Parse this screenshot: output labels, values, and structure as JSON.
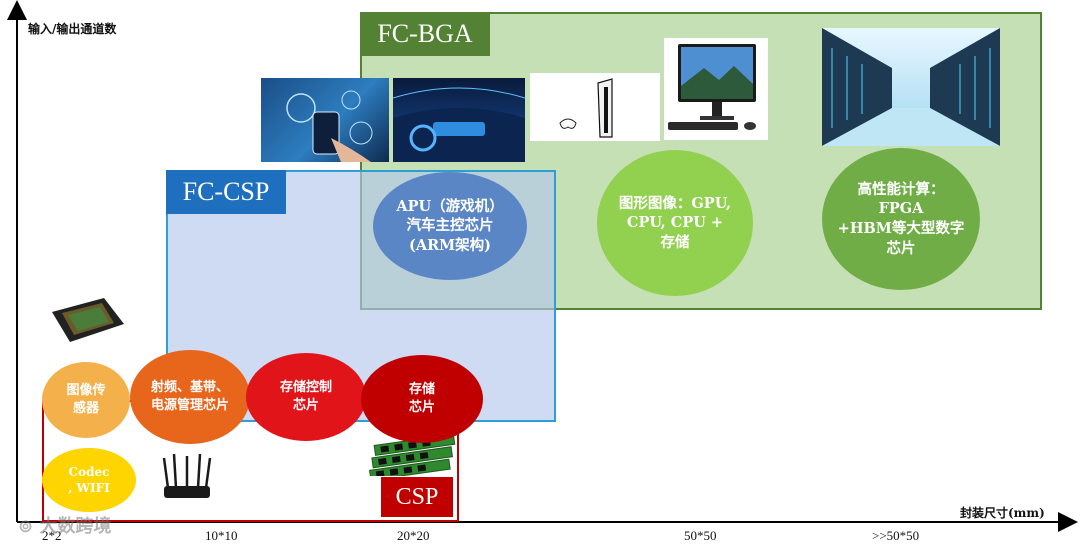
{
  "axes": {
    "y_label": "输入/输出通道数",
    "x_label": "封装尺寸(mm)",
    "x_ticks": [
      "2*2",
      "10*10",
      "20*20",
      "50*50",
      ">>50*50"
    ]
  },
  "regions": {
    "fcbga": {
      "label": "FC-BGA",
      "fill": "#c5e0b4",
      "border": "#548235",
      "label_bg": "#548235"
    },
    "fccsp": {
      "label": "FC-CSP",
      "fill": "#c9d8ef",
      "border": "#2e9fd6",
      "label_bg": "#1f6fbf"
    },
    "csp": {
      "label": "CSP",
      "border": "#c00000",
      "label_bg": "#c00000"
    }
  },
  "bubbles": {
    "apu": {
      "text": "APU（游戏机）\n汽车主控芯片\n(ARM架构)",
      "color": "#5b86c5"
    },
    "gpu": {
      "text": "图形图像：GPU,\nCPU, CPU +\n存储",
      "color": "#92d050"
    },
    "fpga": {
      "text": "高性能计算：\nFPGA\n+HBM等大型数字\n芯片",
      "color": "#70ad47"
    },
    "image_sensor": {
      "text": "图像传\n感器",
      "color": "#f4b14b"
    },
    "rf": {
      "text": "射频、基带、\n电源管理芯片",
      "color": "#e8661c"
    },
    "storage_ctrl": {
      "text": "存储控制\n芯片",
      "color": "#e1141a"
    },
    "storage": {
      "text": "存储\n芯片",
      "color": "#c00000"
    },
    "codec": {
      "text": "Codec\n, WIFI",
      "color": "#ffd500"
    }
  },
  "watermark": "大数跨境",
  "icons": {
    "phone": "smartphone-photo",
    "car": "car-dashboard-photo",
    "console": "game-console-photo",
    "monitor": "desktop-computer-photo",
    "datacenter": "server-room-photo",
    "chip": "image-sensor-chip",
    "router": "wifi-router",
    "ram": "memory-modules"
  }
}
